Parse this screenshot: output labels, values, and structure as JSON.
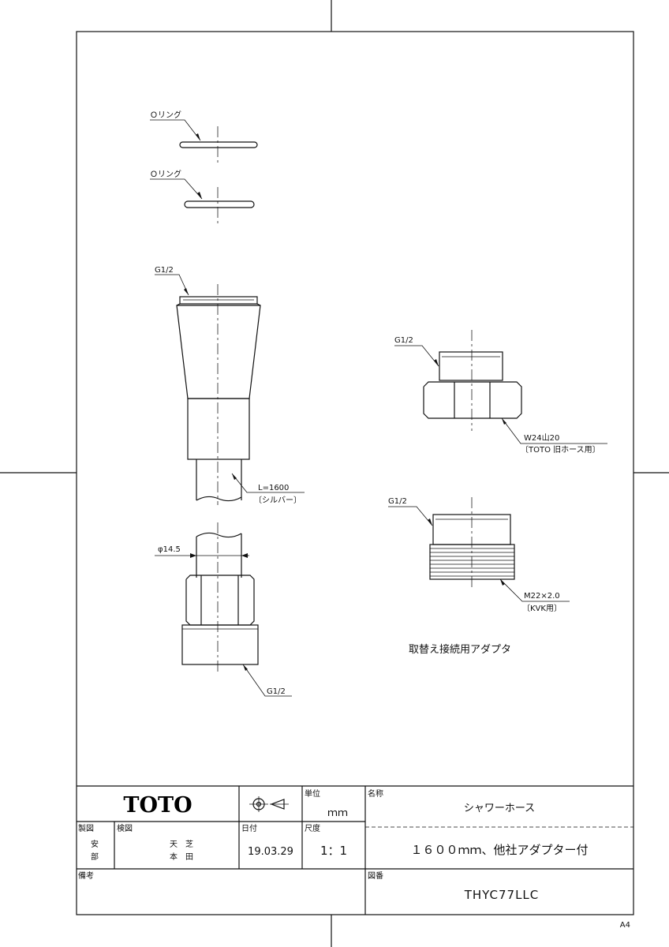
{
  "parts": {
    "oring_1": "Ｏリング",
    "oring_2": "Ｏリング",
    "hose_top_thread": "G1/2",
    "hose_length": "L=1600",
    "hose_color": "〔シルバー〕",
    "hose_diameter": "φ14.5",
    "hose_bottom_thread": "G1/2",
    "adapter1_thread": "G1/2",
    "adapter1_spec": "W24山20",
    "adapter1_note": "〔TOTO 旧ホース用〕",
    "adapter2_thread": "G1/2",
    "adapter2_spec": "M22×2.0",
    "adapter2_note": "〔KVK用〕",
    "adapter_caption": "取替え接続用アダプタ"
  },
  "title_block": {
    "company": "TOTO",
    "unit_label": "単位",
    "unit_value": "ｍｍ",
    "name_label": "名称",
    "name_value": "シャワーホース",
    "made_label": "製図",
    "made_by_1": "安",
    "made_by_2": "部",
    "checked_label": "検図",
    "checked_by_1": "天　芝",
    "checked_by_2": "本　田",
    "date_label": "日付",
    "date_value": "19.03.29",
    "scale_label": "尺度",
    "scale_value": "1：1",
    "description": "１６００ｍｍ、他社アダプター付",
    "remarks_label": "備考",
    "drawing_no_label": "図番",
    "drawing_no": "THYC77LLC"
  },
  "paper_size": "A4"
}
